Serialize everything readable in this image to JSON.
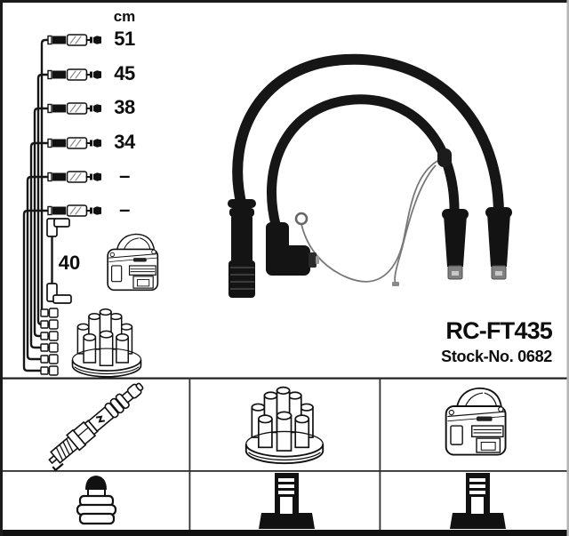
{
  "unit_label": "cm",
  "cable_lengths": [
    "51",
    "45",
    "38",
    "34",
    "–",
    "–"
  ],
  "extra_lead_length": "40",
  "product": {
    "code": "RC-FT435",
    "stock_line": "Stock-No. 0682"
  },
  "diagram_icons": {
    "left_panel": [
      "ignition-cable-set",
      "extra-lead",
      "ignition-coil",
      "distributor-cap"
    ],
    "photo": "ignition-cable-kit-photo"
  },
  "legend": {
    "row1": [
      "spark-plug",
      "distributor-cap",
      "ignition-coil"
    ],
    "row2": [
      "spark-plug-terminal-sae",
      "coil-terminal-din",
      "coil-terminal-din"
    ]
  },
  "colors": {
    "ink": "#141414",
    "grid_line": "#2e2e2e",
    "photo_cable": "#161616",
    "metal": "#8a8a8a",
    "background": "#ffffff"
  }
}
